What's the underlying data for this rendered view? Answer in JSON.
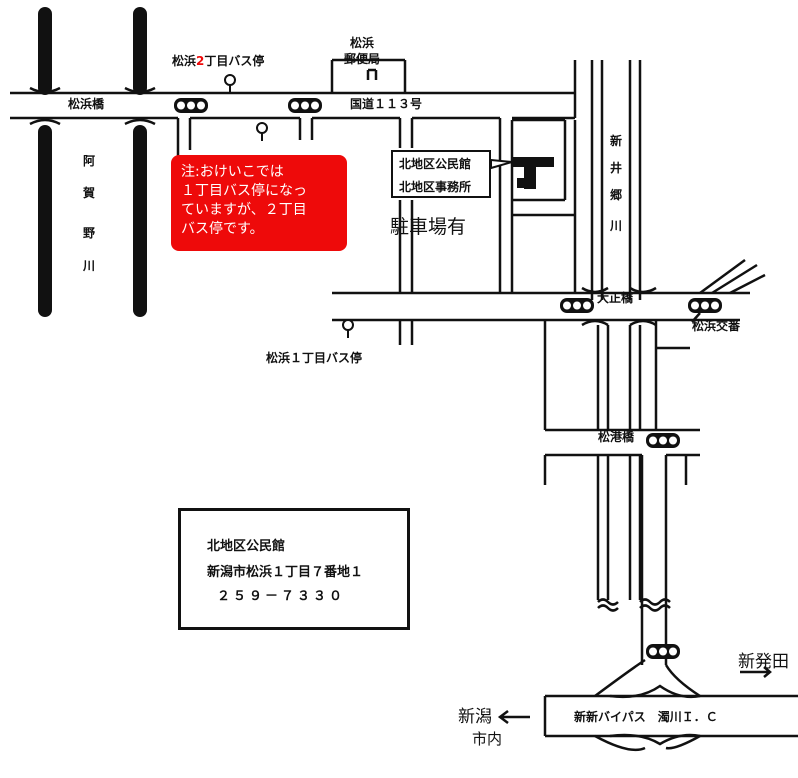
{
  "labels": {
    "matsuhama_bridge": "松浜橋",
    "bus_stop_2_prefix": "松浜",
    "bus_stop_2_number": "2",
    "bus_stop_2_suffix": "丁目バス停",
    "post_office_line1": "松浜",
    "post_office_line2": "郵便局",
    "route_113": "国道１１３号",
    "aga_river": [
      "阿",
      "賀",
      "野",
      "川"
    ],
    "shin_igo_river": [
      "新",
      "井",
      "郷",
      "川"
    ],
    "kominkan": "北地区公民館",
    "jimusho": "北地区事務所",
    "parking": "駐車場有",
    "bus_stop_1": "松浜１丁目バス停",
    "taisho_bridge": "大正橋",
    "koban": "松浜交番",
    "matsuko_bridge": "松港橋",
    "bypass": "新新バイパス　濁川Ｉ．Ｃ",
    "shibata": "新発田",
    "niigata_line1": "新潟",
    "niigata_line2": "市内"
  },
  "note": {
    "lines": [
      "注:おけいこでは",
      "１丁目バス停になっ",
      "ていますが、２丁目",
      "バス停です。"
    ]
  },
  "info": {
    "name": "北地区公民館",
    "address": "新潟市松浜１丁目７番地１",
    "phone": "２５９－７３３０"
  },
  "colors": {
    "note_bg": "#ee0a0a",
    "note_text": "#ffffff",
    "accent_red": "#ee0a0a"
  }
}
